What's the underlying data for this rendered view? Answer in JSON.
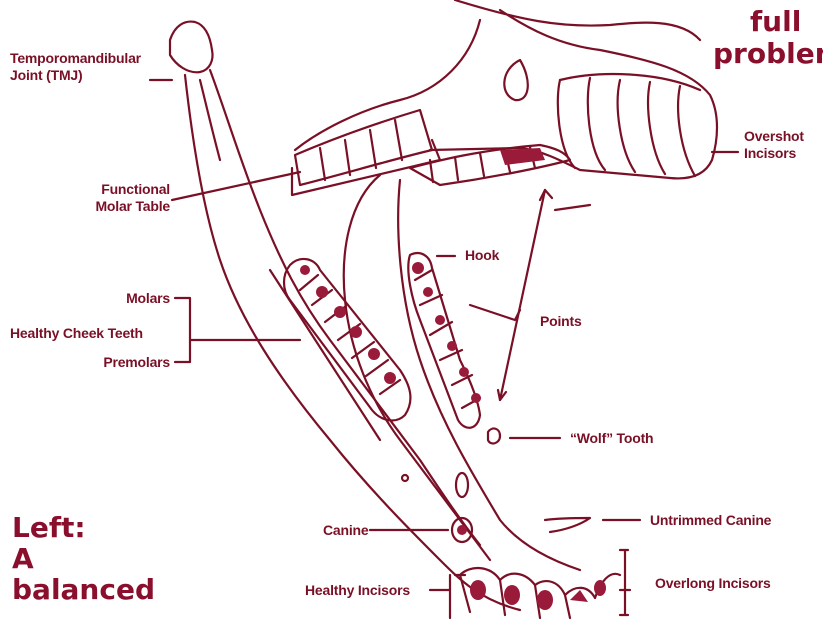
{
  "labels": {
    "tmj_line1": "Temporomandibular",
    "tmj_line2": "Joint (TMJ)",
    "functional_line1": "Functional",
    "functional_line2": "Molar Table",
    "molars": "Molars",
    "healthy_cheek_teeth": "Healthy Cheek Teeth",
    "premolars": "Premolars",
    "hook": "Hook",
    "points": "Points",
    "wolf_tooth": "“Wolf” Tooth",
    "canine": "Canine",
    "untrimmed_canine": "Untrimmed Canine",
    "healthy_incisors": "Healthy Incisors",
    "overlong_incisors": "Overlong Incisors",
    "overshot_line1": "Overshot",
    "overshot_line2": "Incisors"
  },
  "captions": {
    "left_line1": "Left:",
    "left_line2": "A",
    "left_line3": "balanced",
    "right_line1": "full",
    "right_line2": "problem"
  },
  "colors": {
    "ink": "#7a1026",
    "fill": "#9a1a3a"
  }
}
